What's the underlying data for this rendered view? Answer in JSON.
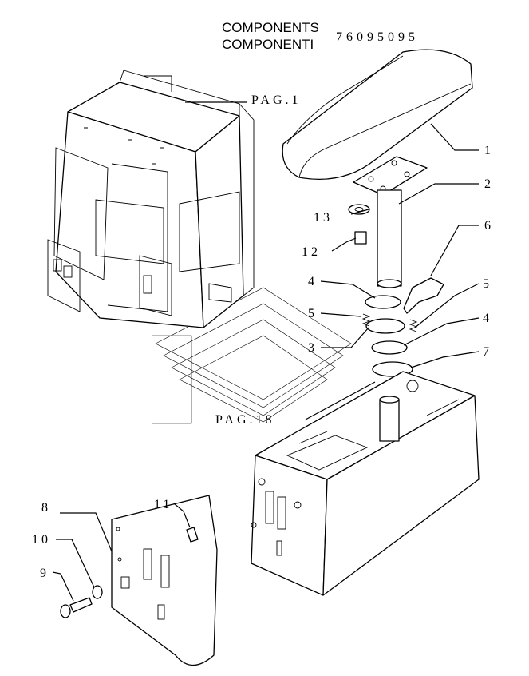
{
  "header": {
    "title_en": "COMPONENTS",
    "title_it": "COMPONENTI",
    "drawing_code": "76095095"
  },
  "page_refs": [
    "PAG.1",
    "PAG.18"
  ],
  "callouts": [
    "1",
    "2",
    "3",
    "4",
    "4",
    "5",
    "5",
    "6",
    "7",
    "8",
    "9",
    "10",
    "11",
    "12",
    "13"
  ]
}
